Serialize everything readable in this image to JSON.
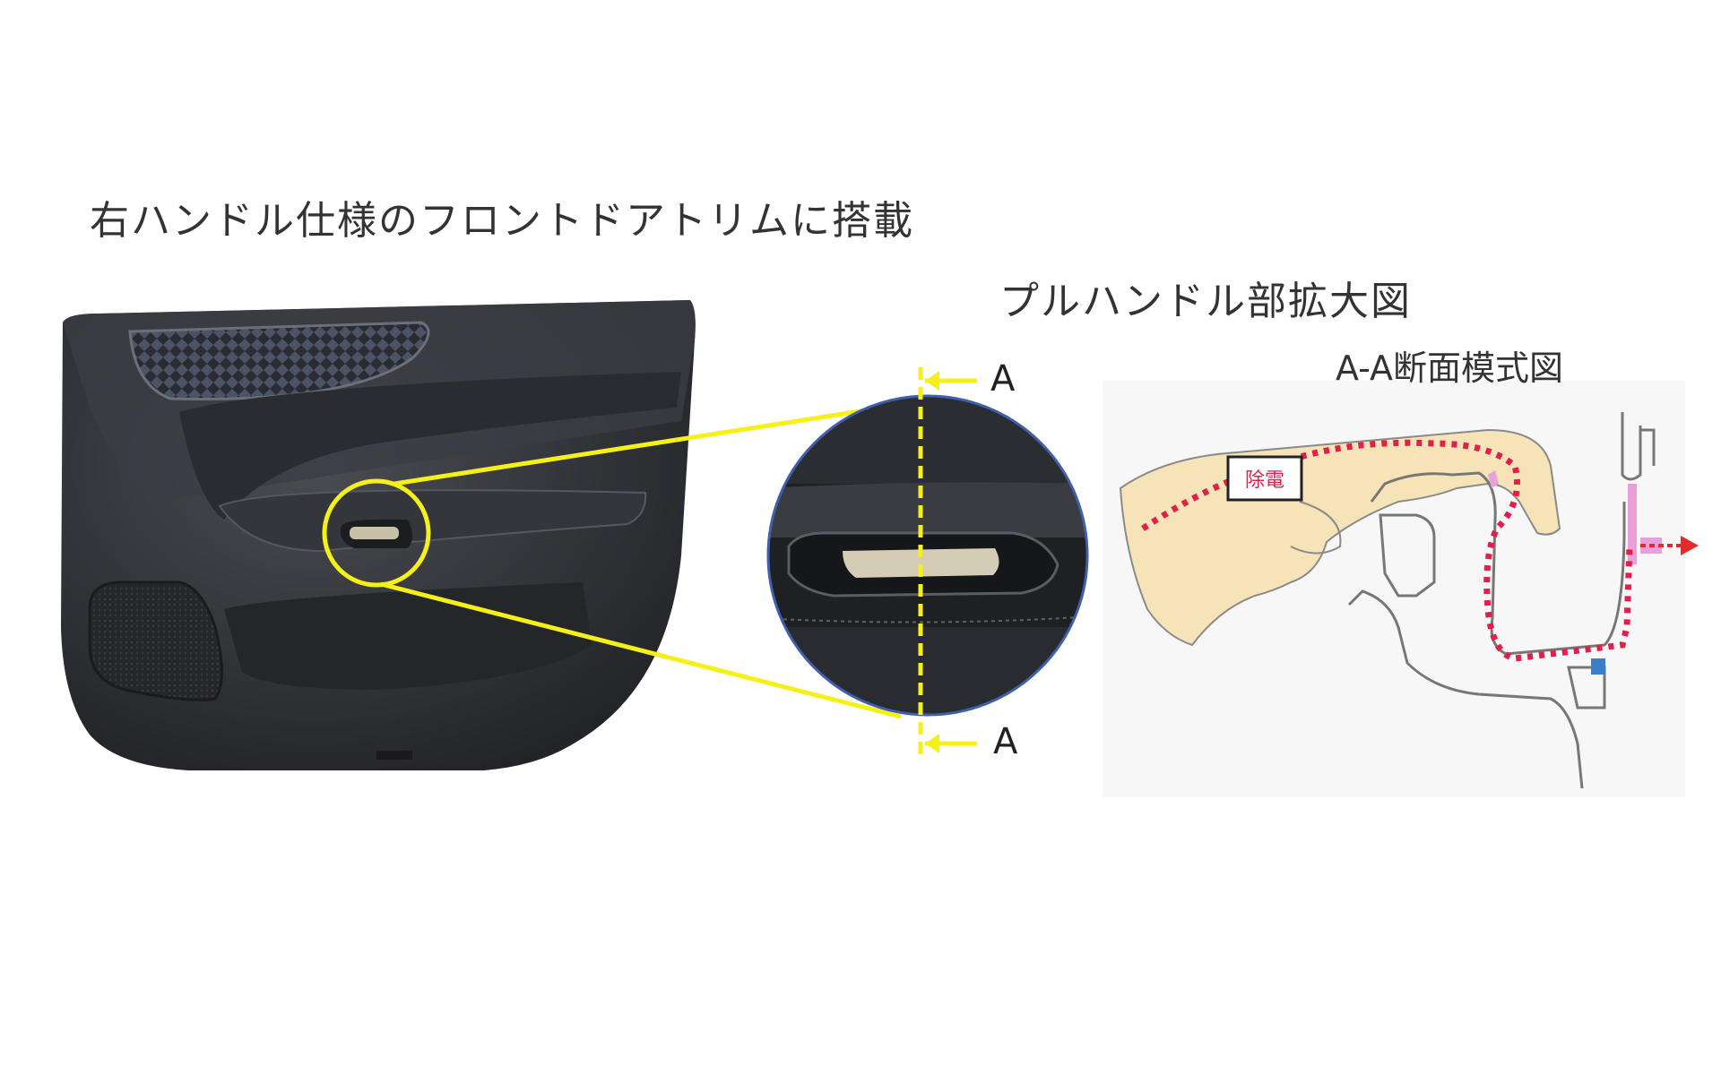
{
  "titles": {
    "main": "右ハンドル仕様のフロントドアトリムに搭載",
    "zoom": "プルハンドル部拡大図",
    "section": "A-A断面模式図"
  },
  "section_markers": {
    "top": "A",
    "bottom": "A"
  },
  "callout": {
    "label": "除電"
  },
  "colors": {
    "highlight": "#f5f01a",
    "discharge_path": "#e0204a",
    "hand": "#f6e4b8",
    "lens_border": "#3f5fa8",
    "arrow": "#e52a2a",
    "contact_pink": "#e9a0d8",
    "connector_blue": "#3a7fc8"
  }
}
